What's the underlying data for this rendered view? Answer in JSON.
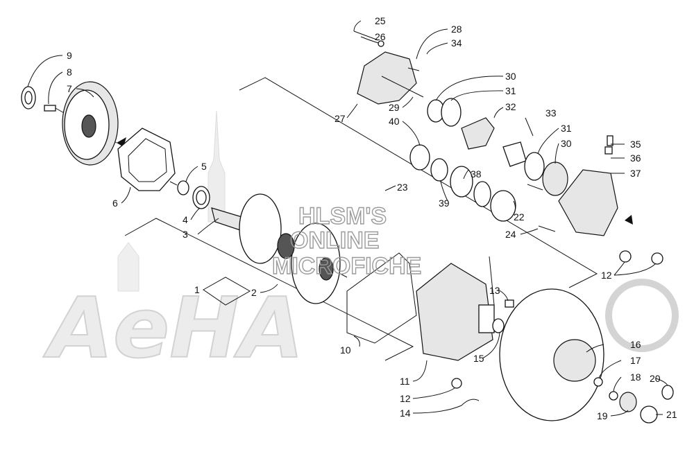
{
  "watermark": {
    "lines": [
      "HLSM'S",
      "ONLINE",
      "MICROFICHE"
    ],
    "brand": "AeHA"
  },
  "callouts": [
    {
      "id": "c25",
      "label": "25"
    },
    {
      "id": "c26",
      "label": "26"
    },
    {
      "id": "c28",
      "label": "28"
    },
    {
      "id": "c34",
      "label": "34"
    },
    {
      "id": "c9",
      "label": "9"
    },
    {
      "id": "c8",
      "label": "8"
    },
    {
      "id": "c7",
      "label": "7"
    },
    {
      "id": "c30a",
      "label": "30"
    },
    {
      "id": "c31a",
      "label": "31"
    },
    {
      "id": "c27",
      "label": "27"
    },
    {
      "id": "c29",
      "label": "29"
    },
    {
      "id": "c32",
      "label": "32"
    },
    {
      "id": "c33",
      "label": "33"
    },
    {
      "id": "c40",
      "label": "40"
    },
    {
      "id": "c31b",
      "label": "31"
    },
    {
      "id": "c35",
      "label": "35"
    },
    {
      "id": "c30b",
      "label": "30"
    },
    {
      "id": "c36",
      "label": "36"
    },
    {
      "id": "c5",
      "label": "5"
    },
    {
      "id": "c38",
      "label": "38"
    },
    {
      "id": "c37",
      "label": "37"
    },
    {
      "id": "c23",
      "label": "23"
    },
    {
      "id": "c6",
      "label": "6"
    },
    {
      "id": "c39",
      "label": "39"
    },
    {
      "id": "c22",
      "label": "22"
    },
    {
      "id": "c4",
      "label": "4"
    },
    {
      "id": "c3",
      "label": "3"
    },
    {
      "id": "c24",
      "label": "24"
    },
    {
      "id": "c12a",
      "label": "12"
    },
    {
      "id": "c1",
      "label": "1"
    },
    {
      "id": "c2",
      "label": "2"
    },
    {
      "id": "c13",
      "label": "13"
    },
    {
      "id": "c10",
      "label": "10"
    },
    {
      "id": "c15",
      "label": "15"
    },
    {
      "id": "c16",
      "label": "16"
    },
    {
      "id": "c17",
      "label": "17"
    },
    {
      "id": "c11",
      "label": "11"
    },
    {
      "id": "c18",
      "label": "18"
    },
    {
      "id": "c20",
      "label": "20"
    },
    {
      "id": "c12b",
      "label": "12"
    },
    {
      "id": "c19",
      "label": "19"
    },
    {
      "id": "c21",
      "label": "21"
    },
    {
      "id": "c14",
      "label": "14"
    }
  ]
}
